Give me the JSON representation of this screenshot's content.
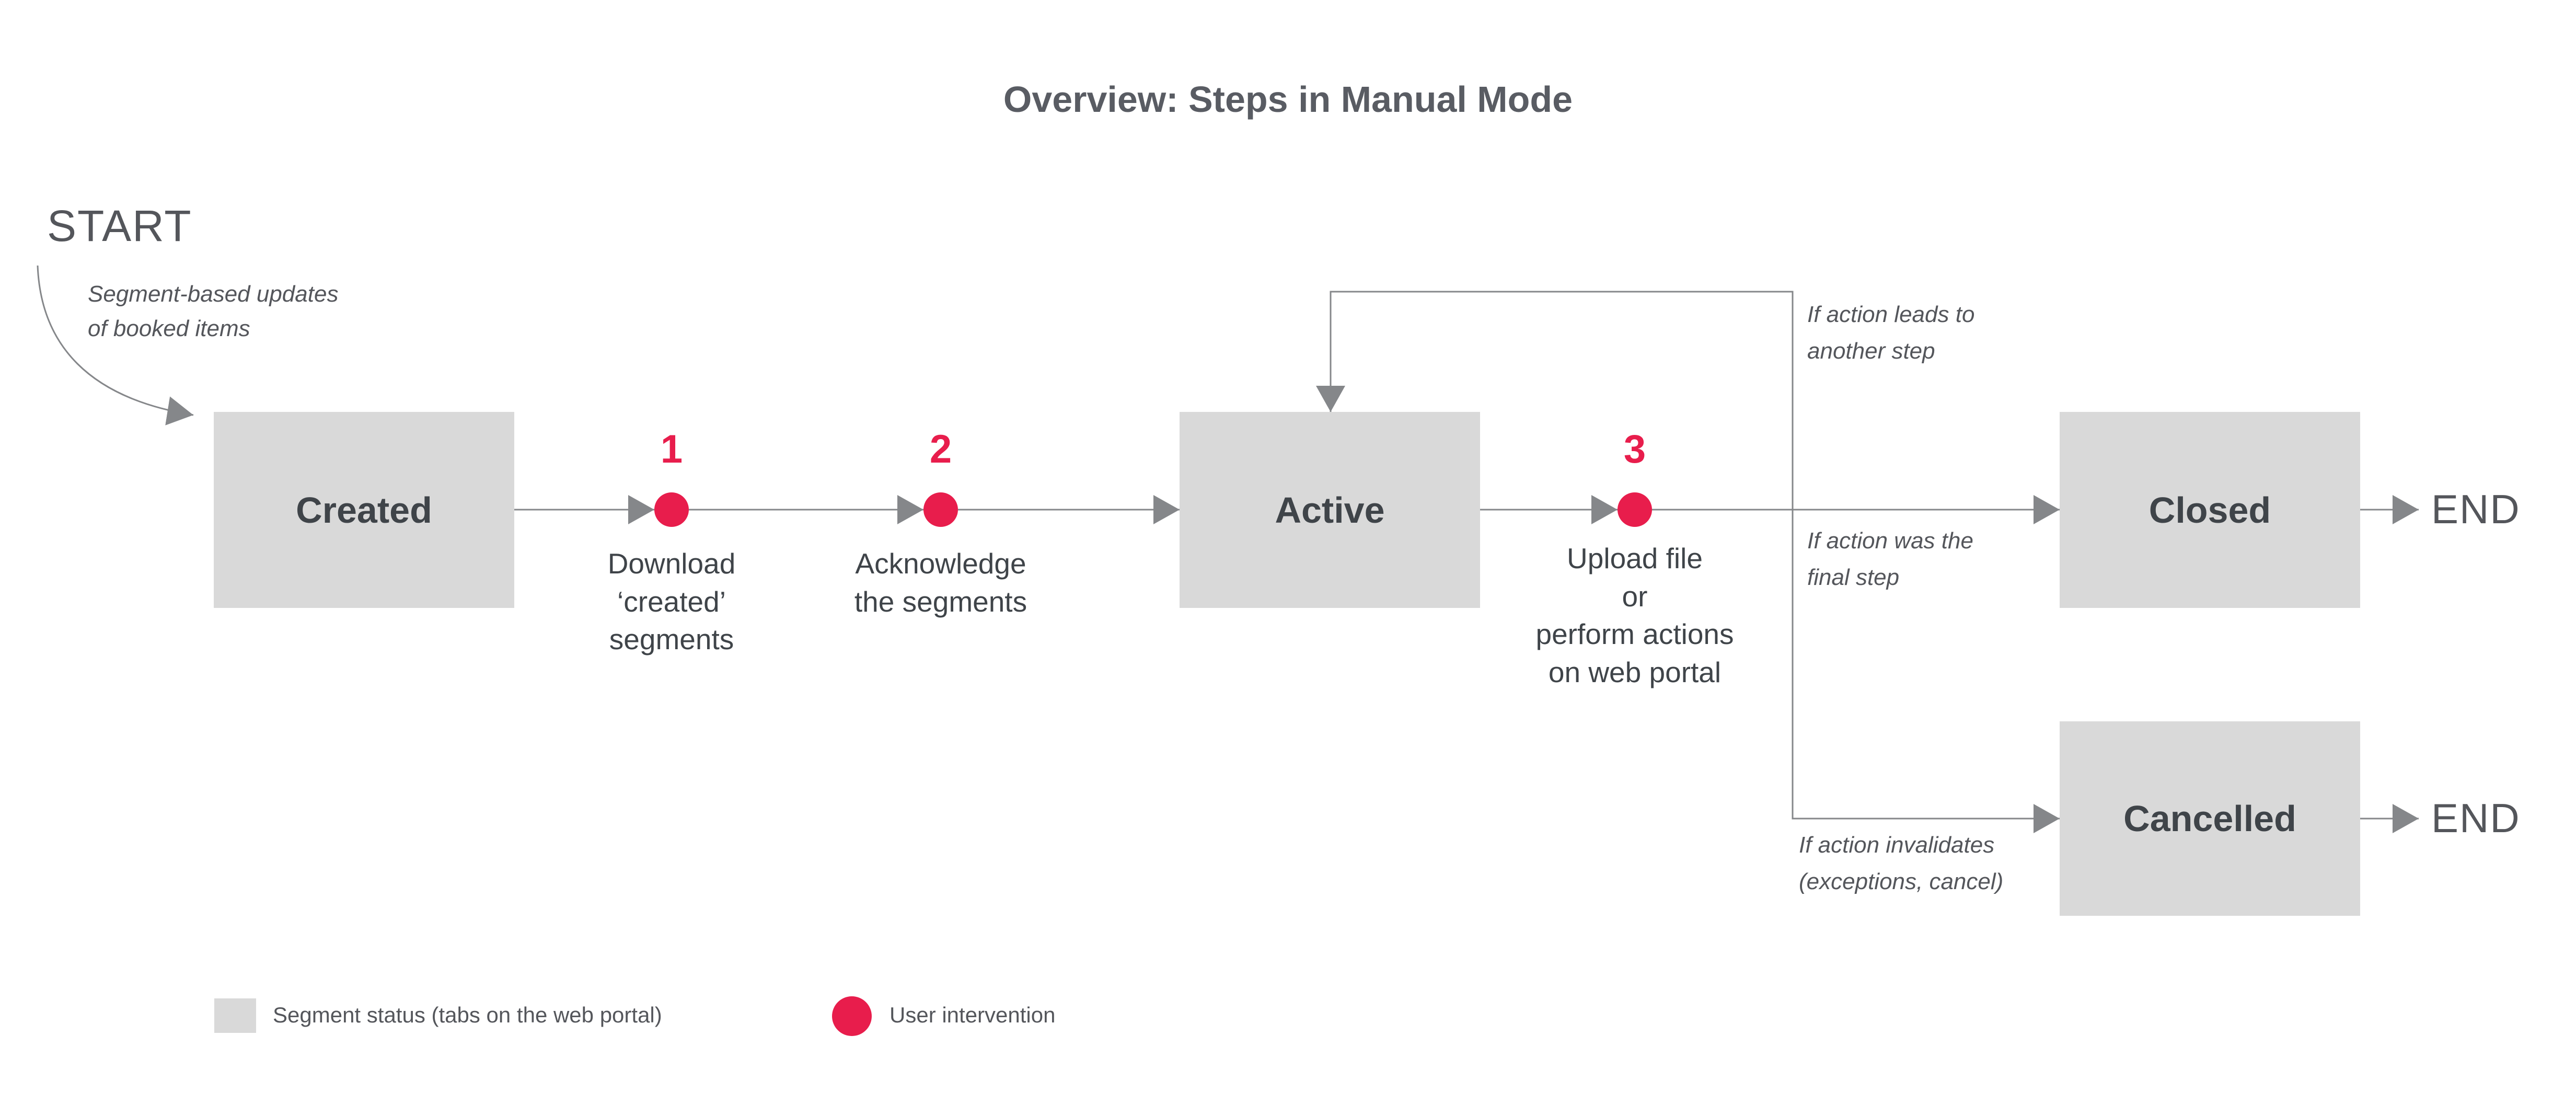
{
  "title": "Overview: Steps in Manual Mode",
  "start": {
    "label": "START",
    "note": "Segment-based updates\nof booked items"
  },
  "end_label": "END",
  "states": {
    "created": "Created",
    "active": "Active",
    "closed": "Closed",
    "cancelled": "Cancelled"
  },
  "steps": [
    {
      "number": "1",
      "label": "Download\n‘created’\nsegments"
    },
    {
      "number": "2",
      "label": "Acknowledge\nthe segments"
    },
    {
      "number": "3",
      "label": "Upload file\nor\nperform actions\non web portal"
    }
  ],
  "conditions": {
    "loop": "If action leads to\nanother step",
    "closed": "If action was the\nfinal step",
    "cancelled": "If action invalidates\n(exceptions, cancel)"
  },
  "legend": {
    "segment_status": "Segment status (tabs on the web portal)",
    "user_intervention": "User intervention"
  },
  "colors": {
    "box_fill": "#d9d9d9",
    "accent_red": "#e81d4c",
    "line_gray": "#85878a",
    "text_dark": "#3f4449",
    "text_gray": "#54565b",
    "title_color": "#595c63"
  }
}
